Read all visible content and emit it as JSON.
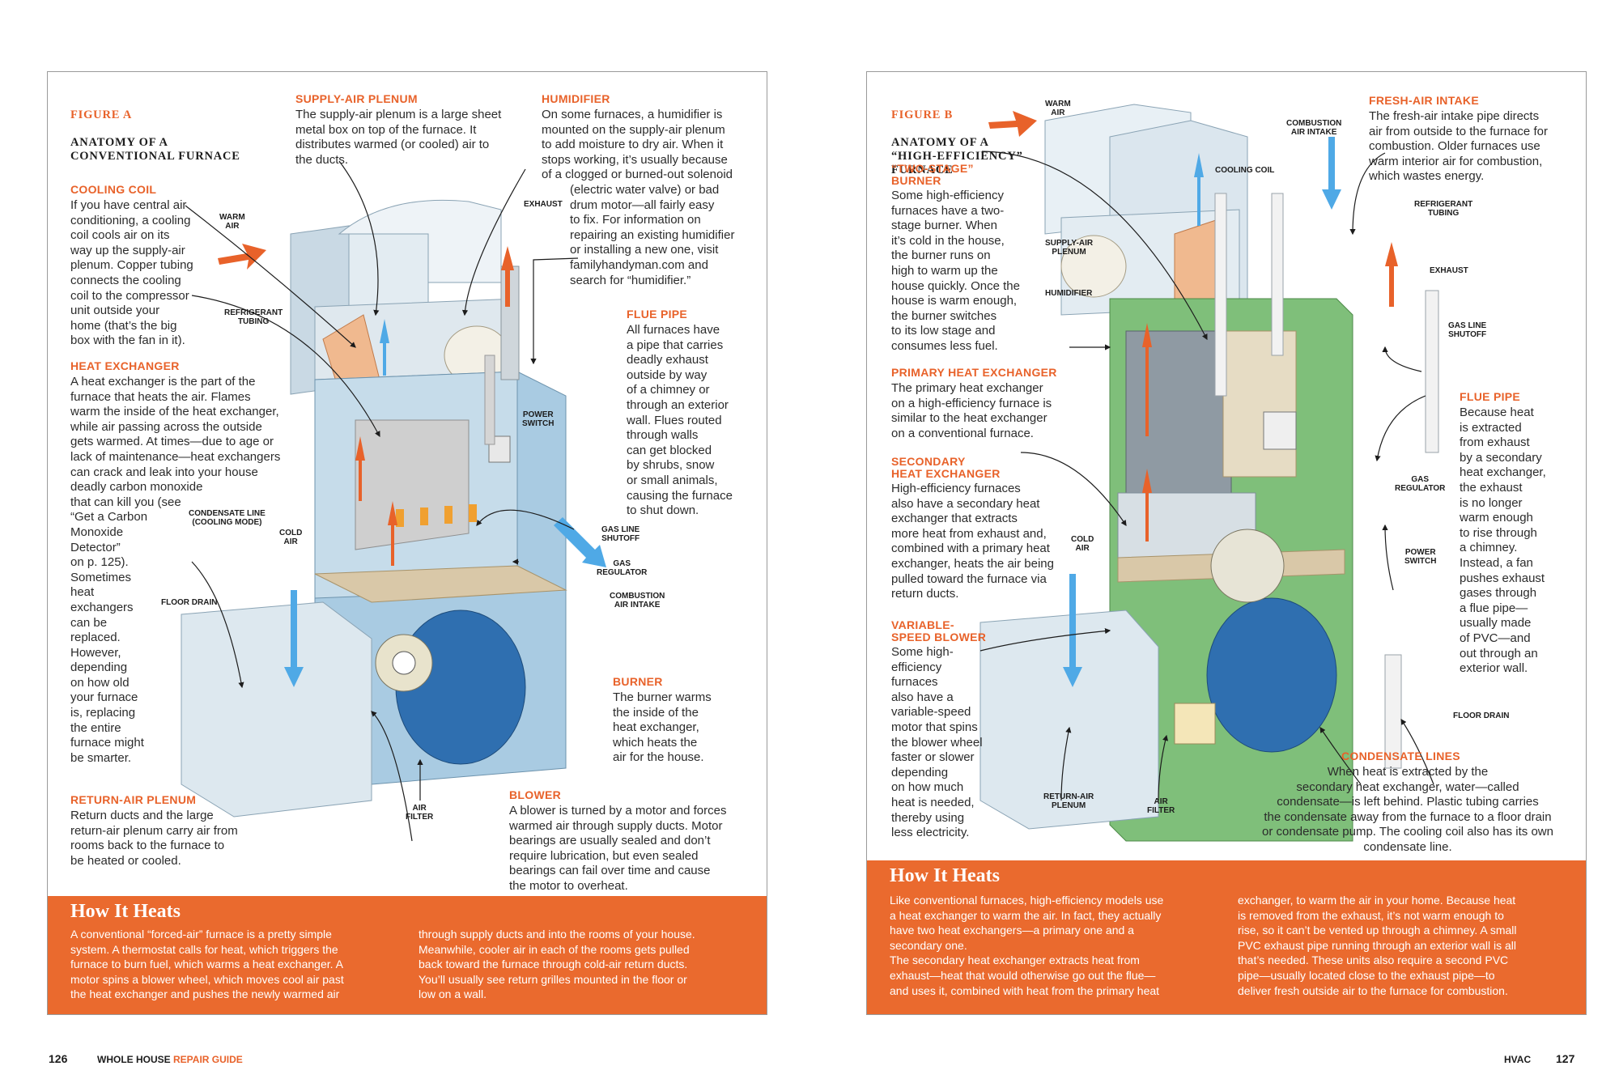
{
  "left_page": {
    "figure": {
      "label": "FIGURE A",
      "title": "ANATOMY OF A\nCONVENTIONAL FURNACE"
    },
    "callouts": {
      "supply_air_plenum": {
        "title": "SUPPLY-AIR PLENUM",
        "text": "The supply-air plenum is a large sheet\nmetal box on top of the furnace. It\ndistributes warmed (or cooled) air to\nthe ducts."
      },
      "humidifier": {
        "title": "HUMIDIFIER",
        "text": "On some furnaces, a humidifier is\nmounted on the supply-air plenum\nto add moisture to dry air. When it\nstops working, it’s usually because\nof a clogged or burned-out solenoid"
      },
      "humidifier_cont": "(electric water valve) or bad\ndrum motor—all fairly easy\nto fix. For information on\nrepairing an existing humidifier\nor installing a new one, visit\nfamilyhandyman.com and\nsearch for “humidifier.”",
      "cooling_coil": {
        "title": "COOLING COIL",
        "text": "If you have central air\nconditioning, a cooling\ncoil cools air on its\nway up the supply-air\nplenum. Copper tubing\nconnects the cooling\ncoil to the compressor\nunit outside your\nhome (that’s the big\nbox with the fan in it)."
      },
      "heat_exchanger": {
        "title": "HEAT EXCHANGER",
        "text": "A heat exchanger is the part of the\nfurnace that heats the air. Flames\nwarm the inside of the heat exchanger,\nwhile air passing across the outside\ngets warmed. At times—due to age or\nlack of maintenance—heat exchangers\ncan crack and leak into your house\ndeadly carbon monoxide\nthat can kill you (see\n“Get a Carbon\nMonoxide\nDetector”\non p. 125).\nSometimes\nheat\nexchangers\ncan be\nreplaced.\nHowever,\ndepending\non how old\nyour furnace\nis, replacing\nthe entire\nfurnace might\nbe smarter."
      },
      "flue_pipe": {
        "title": "FLUE PIPE",
        "text": "All furnaces have\na pipe that carries\ndeadly exhaust\noutside by way\nof a chimney or\nthrough an exterior\nwall. Flues routed\nthrough walls\ncan get blocked\nby shrubs, snow\nor small animals,\ncausing the furnace\nto shut down."
      },
      "burner": {
        "title": "BURNER",
        "text": "The burner warms\nthe inside of the\nheat exchanger,\nwhich heats the\nair for the house."
      },
      "return_air_plenum": {
        "title": "RETURN-AIR PLENUM",
        "text": "Return ducts and the large\nreturn-air plenum carry air from\nrooms back to the furnace to\nbe heated or cooled."
      },
      "blower": {
        "title": "BLOWER",
        "text": "A blower is turned by a motor and forces\nwarmed air through supply ducts. Motor\nbearings are usually sealed and don’t\nrequire lubrication, but even sealed\nbearings can fail over time and cause\nthe motor to overheat."
      }
    },
    "small_labels": {
      "warm_air": "WARM\nAIR",
      "refrigerant_tubing": "REFRIGERANT\nTUBING",
      "exhaust": "EXHAUST",
      "power_switch": "POWER\nSWITCH",
      "gas_line_shutoff": "GAS LINE\nSHUTOFF",
      "gas_regulator": "GAS\nREGULATOR",
      "combustion_air_intake": "COMBUSTION\nAIR INTAKE",
      "condensate_line": "CONDENSATE LINE\n(COOLING MODE)",
      "cold_air": "COLD\nAIR",
      "floor_drain": "FLOOR DRAIN",
      "air_filter": "AIR\nFILTER"
    },
    "how_it_heats": {
      "title": "How It Heats",
      "col1": "A conventional “forced-air” furnace is a pretty simple\nsystem. A thermostat calls for heat, which triggers the\nfurnace to burn fuel, which warms a heat exchanger. A\nmotor spins a blower wheel, which moves cool air past\nthe heat exchanger and pushes the newly warmed air",
      "col2": "through supply ducts and into the rooms of your house.\nMeanwhile, cooler air in each of the rooms gets pulled\nback toward the furnace through cold-air return ducts.\nYou’ll usually see return grilles mounted in the floor or\nlow on a wall."
    },
    "folio": {
      "page": "126",
      "book_prefix": "WHOLE HOUSE ",
      "book_suffix": "REPAIR GUIDE"
    }
  },
  "right_page": {
    "figure": {
      "label": "FIGURE B",
      "title": "ANATOMY OF A\n“HIGH-EFFICIENCY”\nFURNACE"
    },
    "callouts": {
      "two_stage_burner": {
        "title": "“TWO-STAGE”\nBURNER",
        "text": "Some high-efficiency\nfurnaces have a two-\nstage burner. When\nit’s cold in the house,\nthe burner runs on\nhigh to warm up the\nhouse quickly. Once the\nhouse is warm enough,\nthe burner switches\nto its low stage and\nconsumes less fuel."
      },
      "fresh_air_intake": {
        "title": "FRESH-AIR INTAKE",
        "text": "The fresh-air intake pipe directs\nair from outside to the furnace for\ncombustion. Older furnaces use\nwarm interior air for combustion,\nwhich wastes energy."
      },
      "primary_heat_exchanger": {
        "title": "PRIMARY HEAT EXCHANGER",
        "text": "The primary heat exchanger\non a high-efficiency furnace is\nsimilar to the heat exchanger\non a conventional furnace."
      },
      "secondary_heat_exchanger": {
        "title": "SECONDARY\nHEAT EXCHANGER",
        "text": "High-efficiency furnaces\nalso have a secondary heat\nexchanger that extracts\nmore heat from exhaust and,\ncombined with a primary heat\nexchanger, heats the air being\npulled toward the furnace via\nreturn ducts."
      },
      "variable_speed_blower": {
        "title": "VARIABLE-\nSPEED BLOWER",
        "text": "Some high-\nefficiency\nfurnaces\nalso have a\nvariable-speed\nmotor that spins\nthe blower wheel\nfaster or slower\ndepending\non how much\nheat is needed,\nthereby using\nless electricity."
      },
      "flue_pipe": {
        "title": "FLUE PIPE",
        "text": "Because heat\nis extracted\nfrom exhaust\nby a secondary\nheat exchanger,\nthe exhaust\nis no longer\nwarm enough\nto rise through\na chimney.\nInstead, a fan\npushes exhaust\ngases through\na flue pipe—\nusually made\nof PVC—and\nout through an\nexterior wall."
      },
      "condensate_lines": {
        "title": "CONDENSATE LINES",
        "text": "When heat is extracted by the\nsecondary heat exchanger, water—called\ncondensate—is left behind. Plastic tubing carries\nthe condensate away from the furnace to a floor drain\nor condensate pump. The cooling coil also has its own\ncondensate line."
      }
    },
    "small_labels": {
      "warm_air": "WARM\nAIR",
      "combustion_air_intake": "COMBUSTION\nAIR INTAKE",
      "cooling_coil": "COOLING COIL",
      "refrigerant_tubing": "REFRIGERANT\nTUBING",
      "supply_air_plenum": "SUPPLY-AIR\nPLENUM",
      "humidifier": "HUMIDIFIER",
      "exhaust": "EXHAUST",
      "gas_line_shutoff": "GAS LINE\nSHUTOFF",
      "gas_regulator": "GAS\nREGULATOR",
      "power_switch": "POWER\nSWITCH",
      "cold_air": "COLD\nAIR",
      "floor_drain": "FLOOR DRAIN",
      "return_air_plenum": "RETURN-AIR\nPLENUM",
      "air_filter": "AIR\nFILTER"
    },
    "how_it_heats": {
      "title": "How It Heats",
      "col1": "Like conventional furnaces, high-efficiency models use\na heat exchanger to warm the air. In fact, they actually\nhave two heat exchangers—a primary one and a\nsecondary one.\n    The secondary heat exchanger extracts heat from\nexhaust—heat that would otherwise go out the flue—\nand uses it, combined with heat from the primary heat",
      "col2": "exchanger, to warm the air in your home. Because heat\nis removed from the exhaust, it’s not warm enough to\nrise, so it can’t be vented up through a chimney. A small\nPVC exhaust pipe running through an exterior wall is all\nthat’s needed. These units also require a second PVC\npipe—usually located close to the exhaust pipe—to\ndeliver fresh outside air to the furnace for combustion."
    },
    "folio": {
      "section": "HVAC",
      "page": "127"
    }
  },
  "colors": {
    "accent": "#e8622a",
    "band": "#ea6a2e",
    "furnace_blue": "#a9cbe2",
    "cabinet_green": "#7fbf7a",
    "duct": "#dde8ef"
  }
}
